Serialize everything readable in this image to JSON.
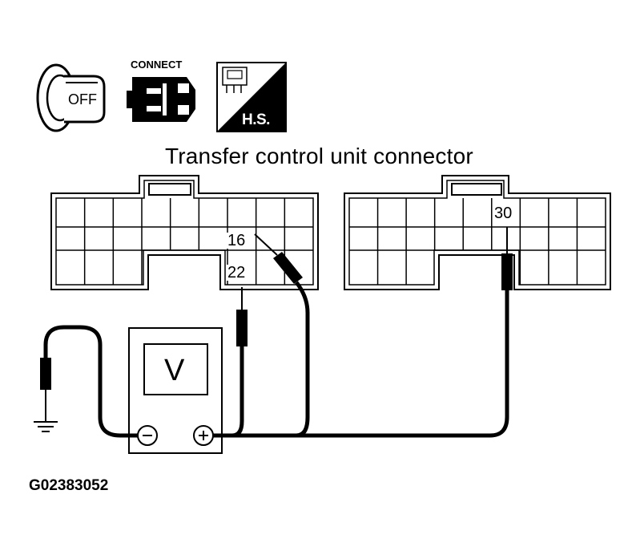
{
  "diagram": {
    "title": "Transfer control unit connector",
    "figure_id": "G02383052",
    "icons": {
      "ignition": {
        "name": "ignition-key-icon",
        "label": "OFF"
      },
      "connector": {
        "name": "connector-icon",
        "label": "CONNECT"
      },
      "harness": {
        "name": "harness-side-icon",
        "label": "H.S."
      }
    },
    "pins": {
      "left_top": "16",
      "left_bottom": "22",
      "right": "30"
    },
    "meter": {
      "display": "V"
    }
  }
}
